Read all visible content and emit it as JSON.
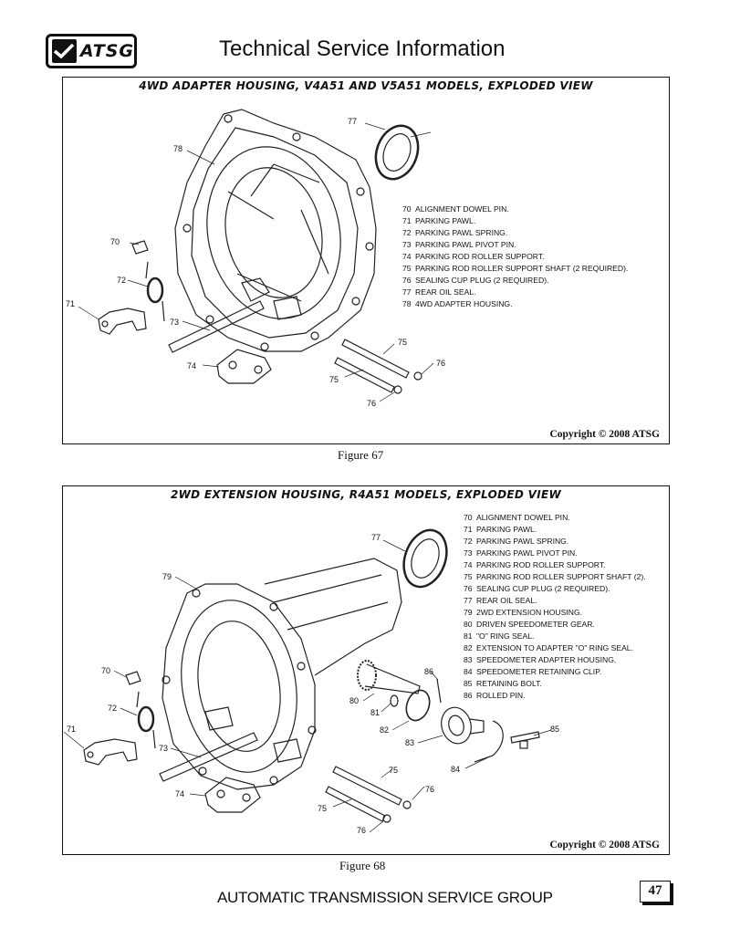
{
  "header": {
    "logo_text": "ATSG",
    "title": "Technical Service Information"
  },
  "figure67": {
    "title": "4WD ADAPTER HOUSING, V4A51 AND V5A51 MODELS, EXPLODED VIEW",
    "legend": [
      {
        "num": "70",
        "text": "ALIGNMENT DOWEL PIN."
      },
      {
        "num": "71",
        "text": "PARKING PAWL."
      },
      {
        "num": "72",
        "text": "PARKING PAWL SPRING."
      },
      {
        "num": "73",
        "text": "PARKING PAWL PIVOT PIN."
      },
      {
        "num": "74",
        "text": "PARKING ROD ROLLER SUPPORT."
      },
      {
        "num": "75",
        "text": "PARKING ROD ROLLER SUPPORT SHAFT  (2 REQUIRED)."
      },
      {
        "num": "76",
        "text": "SEALING CUP PLUG  (2 REQUIRED)."
      },
      {
        "num": "77",
        "text": "REAR OIL SEAL."
      },
      {
        "num": "78",
        "text": "4WD ADAPTER HOUSING."
      }
    ],
    "callouts": {
      "c77": "77",
      "c78": "78",
      "c70": "70",
      "c72": "72",
      "c71": "71",
      "c73": "73",
      "c74": "74",
      "c75a": "75",
      "c75b": "75",
      "c76a": "76",
      "c76b": "76"
    },
    "copyright": "Copyright © 2008 ATSG",
    "caption": "Figure 67"
  },
  "figure68": {
    "title": "2WD EXTENSION HOUSING, R4A51 MODELS, EXPLODED VIEW",
    "legend": [
      {
        "num": "70",
        "text": "ALIGNMENT DOWEL PIN."
      },
      {
        "num": "71",
        "text": "PARKING PAWL."
      },
      {
        "num": "72",
        "text": "PARKING PAWL SPRING."
      },
      {
        "num": "73",
        "text": "PARKING PAWL PIVOT PIN."
      },
      {
        "num": "74",
        "text": "PARKING ROD ROLLER SUPPORT."
      },
      {
        "num": "75",
        "text": "PARKING ROD ROLLER SUPPORT SHAFT (2)."
      },
      {
        "num": "76",
        "text": "SEALING CUP PLUG  (2 REQUIRED)."
      },
      {
        "num": "77",
        "text": "REAR OIL SEAL."
      },
      {
        "num": "79",
        "text": "2WD EXTENSION HOUSING."
      },
      {
        "num": "80",
        "text": "DRIVEN SPEEDOMETER GEAR."
      },
      {
        "num": "81",
        "text": "\"O\" RING SEAL."
      },
      {
        "num": "82",
        "text": "EXTENSION TO ADAPTER \"O\" RING SEAL."
      },
      {
        "num": "83",
        "text": "SPEEDOMETER ADAPTER HOUSING."
      },
      {
        "num": "84",
        "text": "SPEEDOMETER RETAINING CLIP."
      },
      {
        "num": "85",
        "text": "RETAINING BOLT."
      },
      {
        "num": "86",
        "text": "ROLLED PIN."
      }
    ],
    "callouts": {
      "c77": "77",
      "c79": "79",
      "c70": "70",
      "c72": "72",
      "c71": "71",
      "c73": "73",
      "c74": "74",
      "c75a": "75",
      "c75b": "75",
      "c76a": "76",
      "c76b": "76",
      "c80": "80",
      "c81": "81",
      "c82": "82",
      "c83": "83",
      "c84": "84",
      "c85": "85",
      "c86": "86"
    },
    "copyright": "Copyright © 2008 ATSG",
    "caption": "Figure 68"
  },
  "footer": {
    "org": "AUTOMATIC TRANSMISSION SERVICE GROUP",
    "page": "47"
  }
}
